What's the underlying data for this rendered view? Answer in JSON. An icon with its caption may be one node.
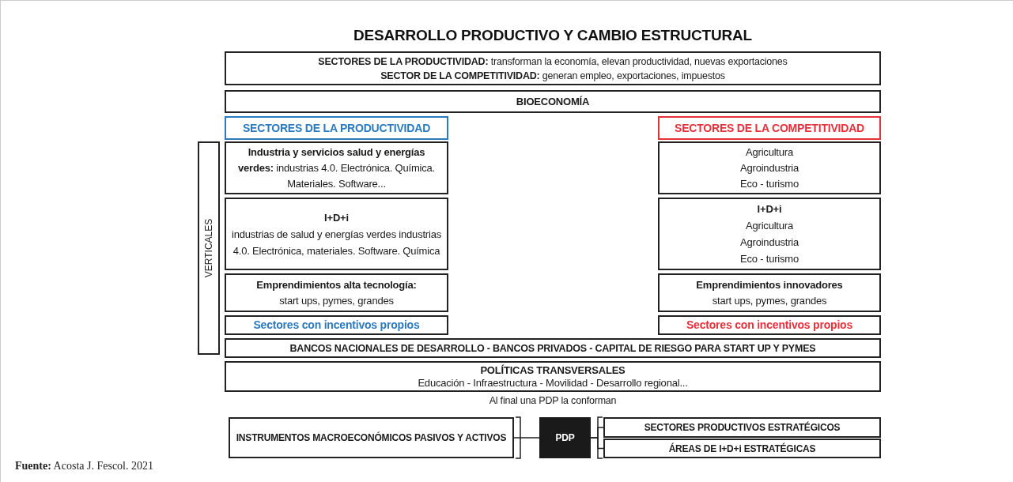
{
  "diagram": {
    "title": "DESARROLLO PRODUCTIVO Y CAMBIO ESTRUCTURAL",
    "caption": "**Fuente:** Acosta J. Fescol. 2021",
    "nodes": [
      {
        "text": [
          "**SECTORES DE LA PRODUCTIVIDAD:** transforman la economía, elevan productividad, nuevas exportaciones",
          "**SECTOR DE LA COMPETITIVIDAD:** generan empleo, exportaciones, impuestos"
        ]
      },
      {
        "text": [
          "BIOECONOMÍA"
        ]
      },
      {
        "text": [
          "SECTORES DE LA PRODUCTIVIDAD"
        ]
      },
      {
        "text": [
          "SECTORES DE LA COMPETITIVIDAD"
        ]
      },
      {
        "text": [
          "VERTICALES"
        ]
      },
      {
        "text": [
          "**Industria y servicios salud y energías verdes:** industrias 4.0. Electrónica. Química. Materiales. Software..."
        ]
      },
      {
        "text": [
          "I+D+i",
          "industrias de salud y energías verdes industrias 4.0. Electrónica, materiales. Software. Química"
        ]
      },
      {
        "text": [
          "Emprendimientos alta tecnología:",
          "start ups, pymes, grandes"
        ]
      },
      {
        "text": [
          "Sectores con incentivos propios"
        ]
      },
      {
        "text": [
          "Agricultura",
          "Agroindustria",
          "Eco - turismo"
        ]
      },
      {
        "text": [
          "I+D+i",
          "Agricultura",
          "Agroindustria",
          "Eco - turismo"
        ]
      },
      {
        "text": [
          "Emprendimientos innovadores",
          "start ups, pymes, grandes"
        ]
      },
      {
        "text": [
          "Sectores con incentivos propios"
        ]
      },
      {
        "text": [
          "BANCOS NACIONALES DE DESARROLLO - BANCOS PRIVADOS - CAPITAL DE RIESGO PARA START UP Y PYMES"
        ]
      },
      {
        "text": [
          "POLÍTICAS TRANSVERSALES",
          "Educación - Infraestructura - Movilidad - Desarrollo regional..."
        ]
      },
      {
        "text": [
          "INSTRUMENTOS MACROECONÓMICOS PASIVOS Y ACTIVOS"
        ]
      },
      {
        "text": [
          "PDP"
        ]
      },
      {
        "text": [
          "SECTORES PRODUCTIVOS ESTRATÉGICOS"
        ]
      },
      {
        "text": [
          "ÁREAS DE I+D+i ESTRATÉGICAS"
        ]
      }
    ],
    "edges": [
      {
        "from": 15,
        "to": 16,
        "arrow": "none"
      },
      {
        "from": 16,
        "to": 17,
        "arrow": "none"
      },
      {
        "from": 16,
        "to": 18,
        "arrow": "none"
      }
    ],
    "labels": [
      "Al final una PDP la conforman"
    ]
  }
}
